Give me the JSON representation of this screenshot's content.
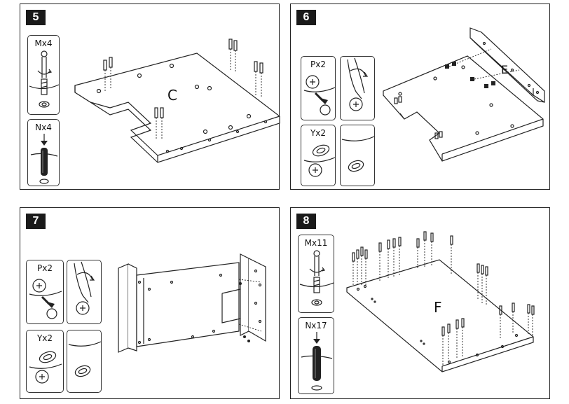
{
  "steps": [
    {
      "number": "5",
      "parts": [
        {
          "label": "Mx4",
          "icon": "cam-bolt-screwdriver-icon"
        },
        {
          "label": "Nx4",
          "icon": "wooden-dowel-icon"
        }
      ],
      "board": "C"
    },
    {
      "number": "6",
      "parts": [
        {
          "label": "Px2",
          "icon": "cam-lock-icon"
        },
        {
          "label": "",
          "icon": "tighten-cam-icon"
        },
        {
          "label": "Yx2",
          "icon": "cam-cover-icon"
        },
        {
          "label": "",
          "icon": "cover-installed-icon"
        }
      ],
      "board": "E"
    },
    {
      "number": "7",
      "parts": [
        {
          "label": "Px2",
          "icon": "cam-lock-icon"
        },
        {
          "label": "",
          "icon": "tighten-cam-icon"
        },
        {
          "label": "Yx2",
          "icon": "cam-cover-icon"
        },
        {
          "label": "",
          "icon": "cover-installed-icon"
        }
      ],
      "board": ""
    },
    {
      "number": "8",
      "parts": [
        {
          "label": "Mx11",
          "icon": "cam-bolt-screwdriver-icon"
        },
        {
          "label": "Nx17",
          "icon": "wooden-dowel-icon"
        }
      ],
      "board": "F"
    }
  ]
}
